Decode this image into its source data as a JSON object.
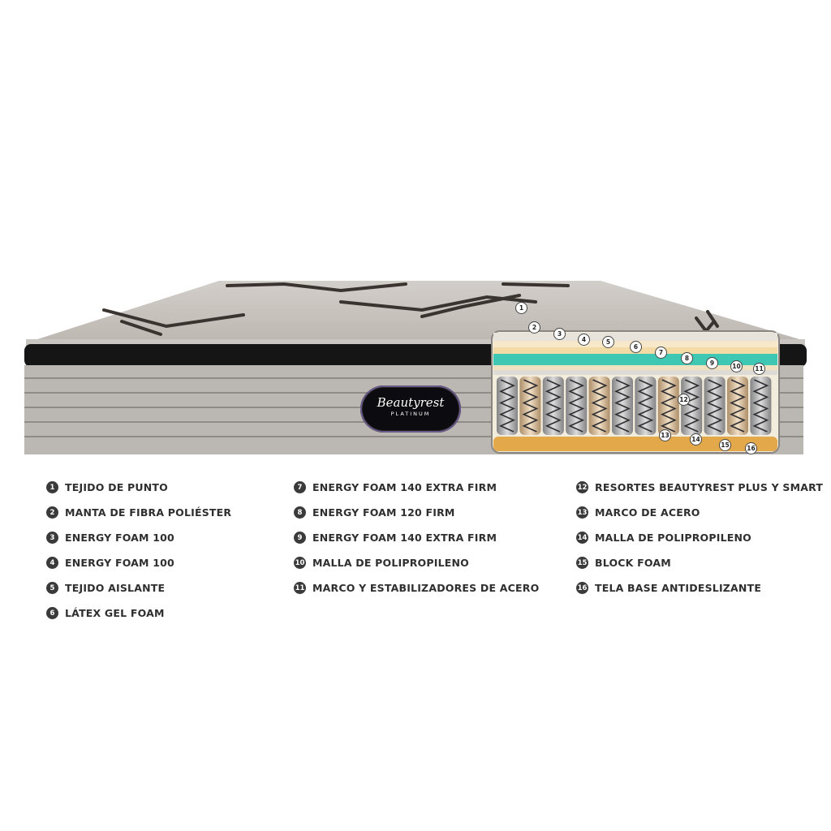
{
  "brand": {
    "name": "Beautyrest",
    "sub": "PLATINUM"
  },
  "colors": {
    "top_fabric": "#c4c0bb",
    "stitch": "#3a3430",
    "band": "#151515",
    "side": "#b9b5b0",
    "foam_teal": "#3ec8b4",
    "foam_cream": "#efe4c8",
    "coil": "#8c8c90",
    "block_foam": "#e2a84a"
  },
  "layers": [
    {
      "num": "1",
      "label": "TEJIDO DE PUNTO"
    },
    {
      "num": "2",
      "label": "MANTA DE FIBRA POLIÉSTER"
    },
    {
      "num": "3",
      "label": "ENERGY FOAM 100"
    },
    {
      "num": "4",
      "label": "ENERGY FOAM 100"
    },
    {
      "num": "5",
      "label": "TEJIDO AISLANTE"
    },
    {
      "num": "6",
      "label": "LÁTEX GEL FOAM"
    },
    {
      "num": "7",
      "label": "ENERGY FOAM 140 EXTRA FIRM"
    },
    {
      "num": "8",
      "label": "ENERGY FOAM 120 FIRM"
    },
    {
      "num": "9",
      "label": "ENERGY FOAM 140 EXTRA FIRM"
    },
    {
      "num": "10",
      "label": "MALLA DE POLIPROPILENO"
    },
    {
      "num": "11",
      "label": "MARCO Y ESTABILIZADORES DE ACERO"
    },
    {
      "num": "12",
      "label": "RESORTES BEAUTYREST PLUS Y SMART"
    },
    {
      "num": "13",
      "label": "MARCO DE ACERO"
    },
    {
      "num": "14",
      "label": "MALLA DE POLIPROPILENO"
    },
    {
      "num": "15",
      "label": "BLOCK FOAM"
    },
    {
      "num": "16",
      "label": "TELA BASE ANTIDESLIZANTE"
    }
  ]
}
